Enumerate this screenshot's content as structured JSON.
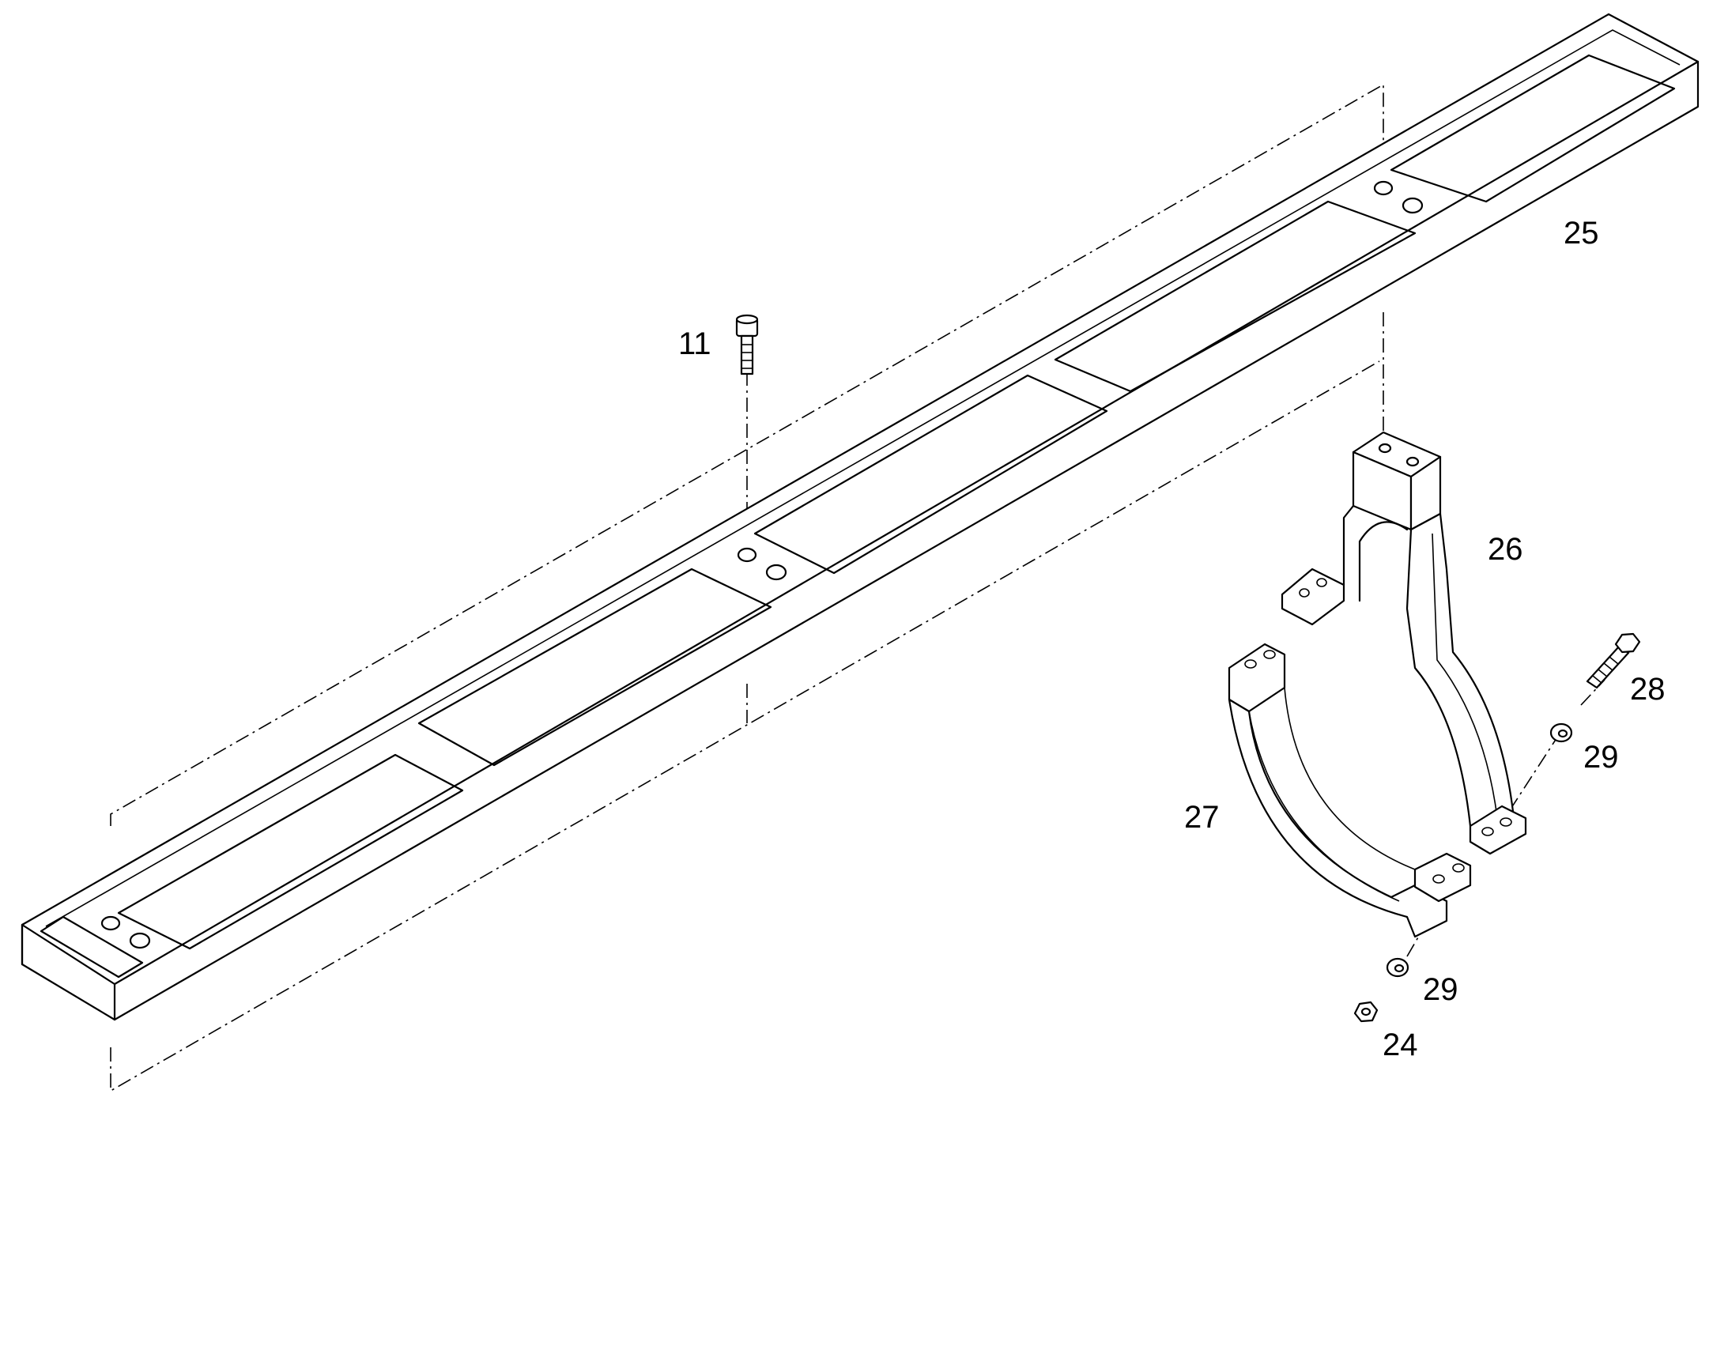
{
  "diagram": {
    "callouts": {
      "c11": "11",
      "c25": "25",
      "c26": "26",
      "c27": "27",
      "c28": "28",
      "c29_upper": "29",
      "c29_lower": "29",
      "c24": "24"
    }
  }
}
